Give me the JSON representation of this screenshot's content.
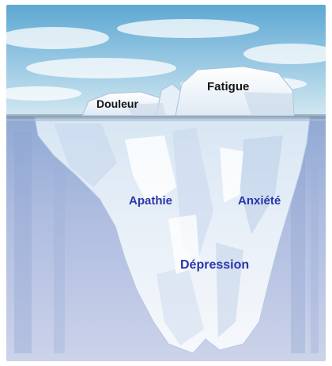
{
  "labels": {
    "douleur": "Douleur",
    "fatigue": "Fatigue",
    "apathie": "Apathie",
    "anxiete": "Anxiété",
    "depression": "Dépression"
  },
  "colors": {
    "sky_top": "#6fb2d8",
    "sky_bottom": "#cfe6f1",
    "water_top": "#9fb6d9",
    "water_bottom": "#c7cfe7",
    "ice": "#f4f8fc",
    "label_above": "#151515",
    "label_below": "#2a36a8"
  }
}
